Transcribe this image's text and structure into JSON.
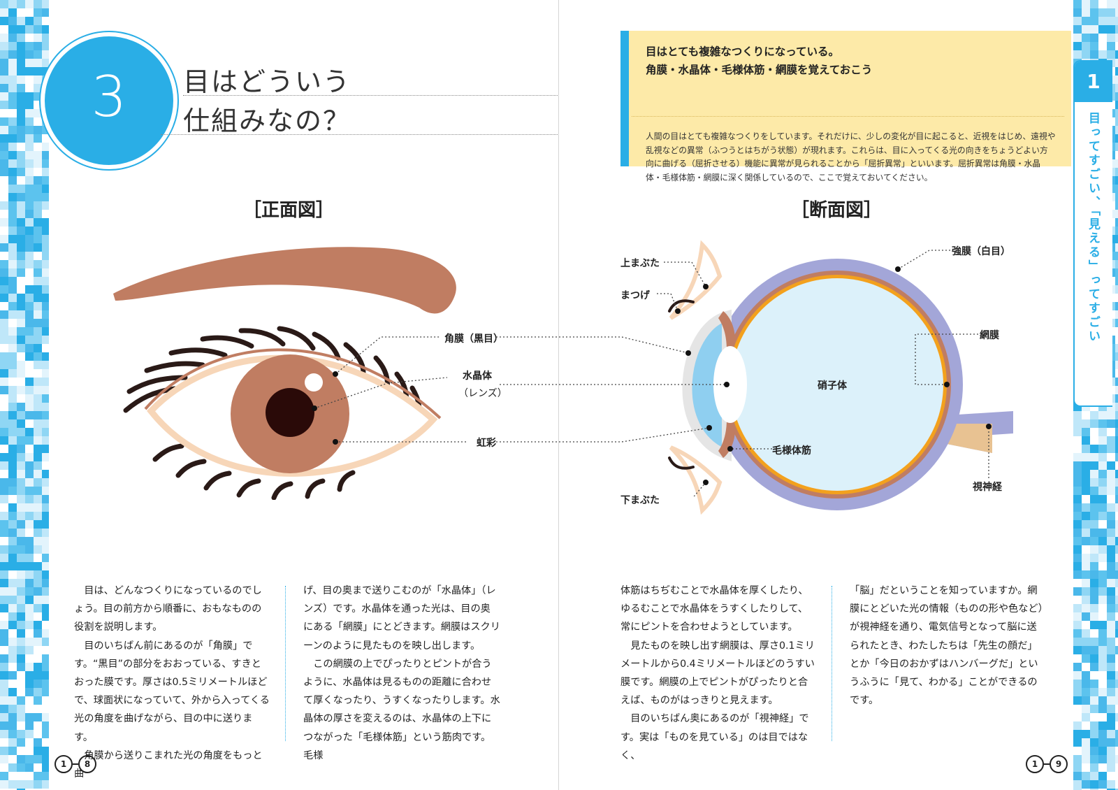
{
  "chapter": {
    "number": "3",
    "title_line1": "目はどういう",
    "title_line2": "仕組みなの？"
  },
  "sections": {
    "front": "［正面図］",
    "cross": "［断面図］"
  },
  "intro": {
    "head1": "目はとても複雑なつくりになっている。",
    "head2": "角膜・水晶体・毛様体筋・網膜を覚えておこう",
    "body": "人間の目はとても複雑なつくりをしています。それだけに、少しの変化が目に起こると、近視をはじめ、遠視や乱視などの異常（ふつうとはちがう状態）が現れます。これらは、目に入ってくる光の向きをちょうどよい方向に曲げる（屈折させる）機能に異常が見られることから「屈折異常」といいます。屈折異常は角膜・水晶体・毛様体筋・網膜に深く関係しているので、ここで覚えておいてください。"
  },
  "tab": {
    "number": "1",
    "text": "目ってすごい、「見える」ってすごい"
  },
  "front_labels": {
    "cornea": "角膜（黒目）",
    "lens": "水晶体",
    "lens_sub": "（レンズ）",
    "iris": "虹彩"
  },
  "cross_labels": {
    "upper_lid": "上まぶた",
    "lashes": "まつげ",
    "lower_lid": "下まぶた",
    "sclera": "強膜（白目）",
    "retina": "網膜",
    "vitreous": "硝子体",
    "ciliary": "毛様体筋",
    "optic_nerve": "視神経"
  },
  "body_text": {
    "col1": [
      "目は、どんなつくりになっているのでしょう。目の前方から順番に、おもなものの役割を説明します。",
      "目のいちばん前にあるのが「角膜」です。“黒目”の部分をおおっている、すきとおった膜です。厚さは0.5ミリメートルほどで、球面状になっていて、外から入ってくる光の角度を曲げながら、目の中に送ります。",
      "角膜から送りこまれた光の角度をもっと曲"
    ],
    "col2": [
      "げ、目の奥まで送りこむのが「水晶体」（レンズ）です。水晶体を通った光は、目の奥にある「網膜」にとどきます。網膜はスクリーンのように見たものを映し出します。",
      "この網膜の上でぴったりとピントが合うように、水晶体は見るものの距離に合わせて厚くなったり、うすくなったりします。水晶体の厚さを変えるのは、水晶体の上下につながった「毛様体筋」という筋肉です。毛様"
    ],
    "col3": [
      "体筋はちぢむことで水晶体を厚くしたり、ゆるむことで水晶体をうすくしたりして、常にピントを合わせようとしています。",
      "見たものを映し出す網膜は、厚さ0.1ミリメートルから0.4ミリメートルほどのうすい膜です。網膜の上でピントがぴったりと合えば、ものがはっきりと見えます。",
      "目のいちばん奥にあるのが「視神経」です。実は「ものを見ている」のは目ではなく、"
    ],
    "col4": [
      "「脳」だということを知っていますか。網膜にとどいた光の情報（ものの形や色など）が視神経を通り、電気信号となって脳に送られたとき、わたしたちは「先生の顔だ」とか「今日のおかずはハンバーグだ」というふうに「見て、わかる」ことができるのです。"
    ]
  },
  "page_numbers": {
    "left": [
      "1",
      "8"
    ],
    "right": [
      "1",
      "9"
    ]
  },
  "colors": {
    "accent_blue": "#2aaee6",
    "eyebrow": "#c07d62",
    "iris": "#c07d62",
    "intro_bg": "#fdeaa8",
    "vitreous": "#dcf1fa",
    "sclera": "#a3a6d8"
  }
}
